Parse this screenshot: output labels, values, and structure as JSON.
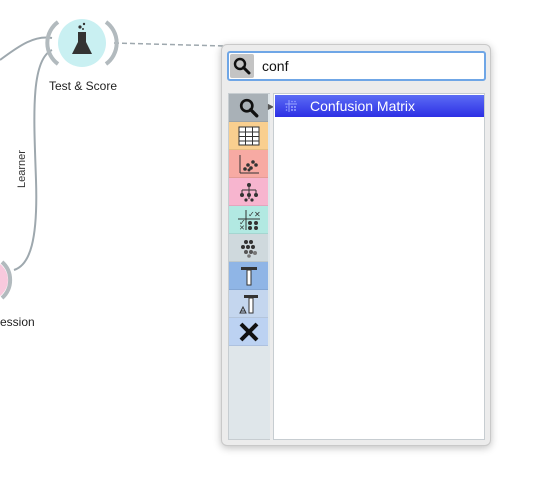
{
  "canvas": {
    "nodes": [
      {
        "id": "test-and-score",
        "label": "Test & Score",
        "icon": "flask-icon",
        "color": "#c9f0f2"
      },
      {
        "id": "regression",
        "label": "ession",
        "icon": "regression-icon",
        "color": "#f8c9dd"
      }
    ],
    "links": [
      {
        "label": "Learner"
      }
    ]
  },
  "popup": {
    "search": {
      "value": "conf",
      "icon": "search-icon"
    },
    "categories": [
      {
        "name": "search",
        "icon": "search-icon",
        "color": "#a9b1b7"
      },
      {
        "name": "data",
        "icon": "table-icon",
        "color": "#f9cf8f"
      },
      {
        "name": "visualize",
        "icon": "scatter-icon",
        "color": "#f7aaa3"
      },
      {
        "name": "model",
        "icon": "tree-icon",
        "color": "#f7b5cf"
      },
      {
        "name": "evaluate",
        "icon": "confusion-grid-icon",
        "color": "#b2e9e2"
      },
      {
        "name": "unsupervised",
        "icon": "cluster-icon",
        "color": "#cfd9dd"
      },
      {
        "name": "text-mining",
        "icon": "text-icon",
        "color": "#8fb5e6"
      },
      {
        "name": "text-addon",
        "icon": "text-chart-icon",
        "color": "#c4d6ee"
      },
      {
        "name": "other",
        "icon": "x-icon",
        "color": "#bcd2f2"
      }
    ],
    "results": [
      {
        "label": "Confusion Matrix",
        "icon": "confusion-matrix-icon"
      }
    ]
  }
}
